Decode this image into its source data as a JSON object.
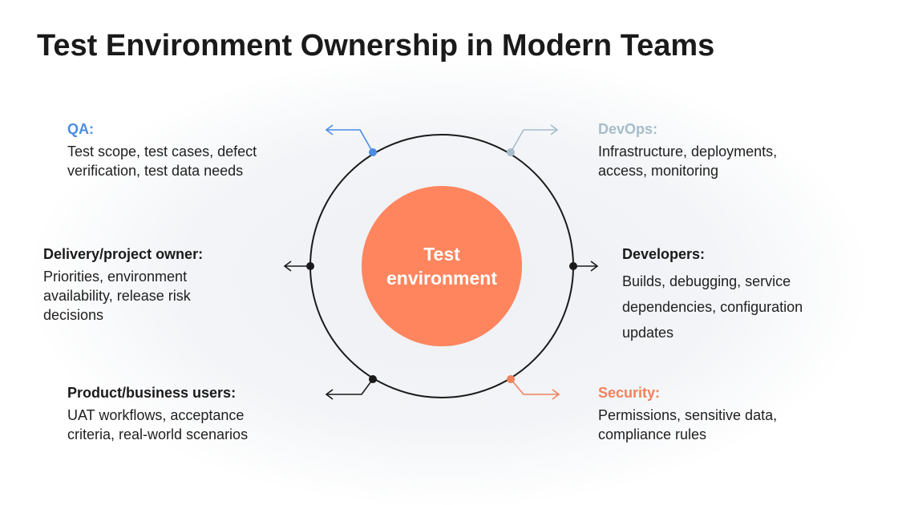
{
  "title": "Test Environment Ownership in Modern Teams",
  "center": {
    "line1": "Test",
    "line2": "environment",
    "color": "#ff855e"
  },
  "roles": {
    "qa": {
      "heading": "QA:",
      "color": "#4a8ce6",
      "line1": "Test scope, test cases, defect",
      "line2": "verification, test data needs"
    },
    "devops": {
      "heading": "DevOps:",
      "color": "#a7bccb",
      "line1": "Infrastructure, deployments,",
      "line2": "access, monitoring"
    },
    "delivery": {
      "heading": "Delivery/project owner:",
      "color": "#1a1a1a",
      "line1": "Priorities, environment",
      "line2": "availability, release risk",
      "line3": "decisions"
    },
    "developers": {
      "heading": "Developers:",
      "color": "#1a1a1a",
      "line1": "Builds, debugging, service",
      "line2": "dependencies, configuration",
      "line3": "updates"
    },
    "product": {
      "heading": "Product/business users:",
      "color": "#1a1a1a",
      "line1": "UAT workflows, acceptance",
      "line2": "criteria, real-world scenarios"
    },
    "security": {
      "heading": "Security:",
      "color": "#f0825d",
      "line1": "Permissions, sensitive data,",
      "line2": "compliance rules"
    }
  }
}
